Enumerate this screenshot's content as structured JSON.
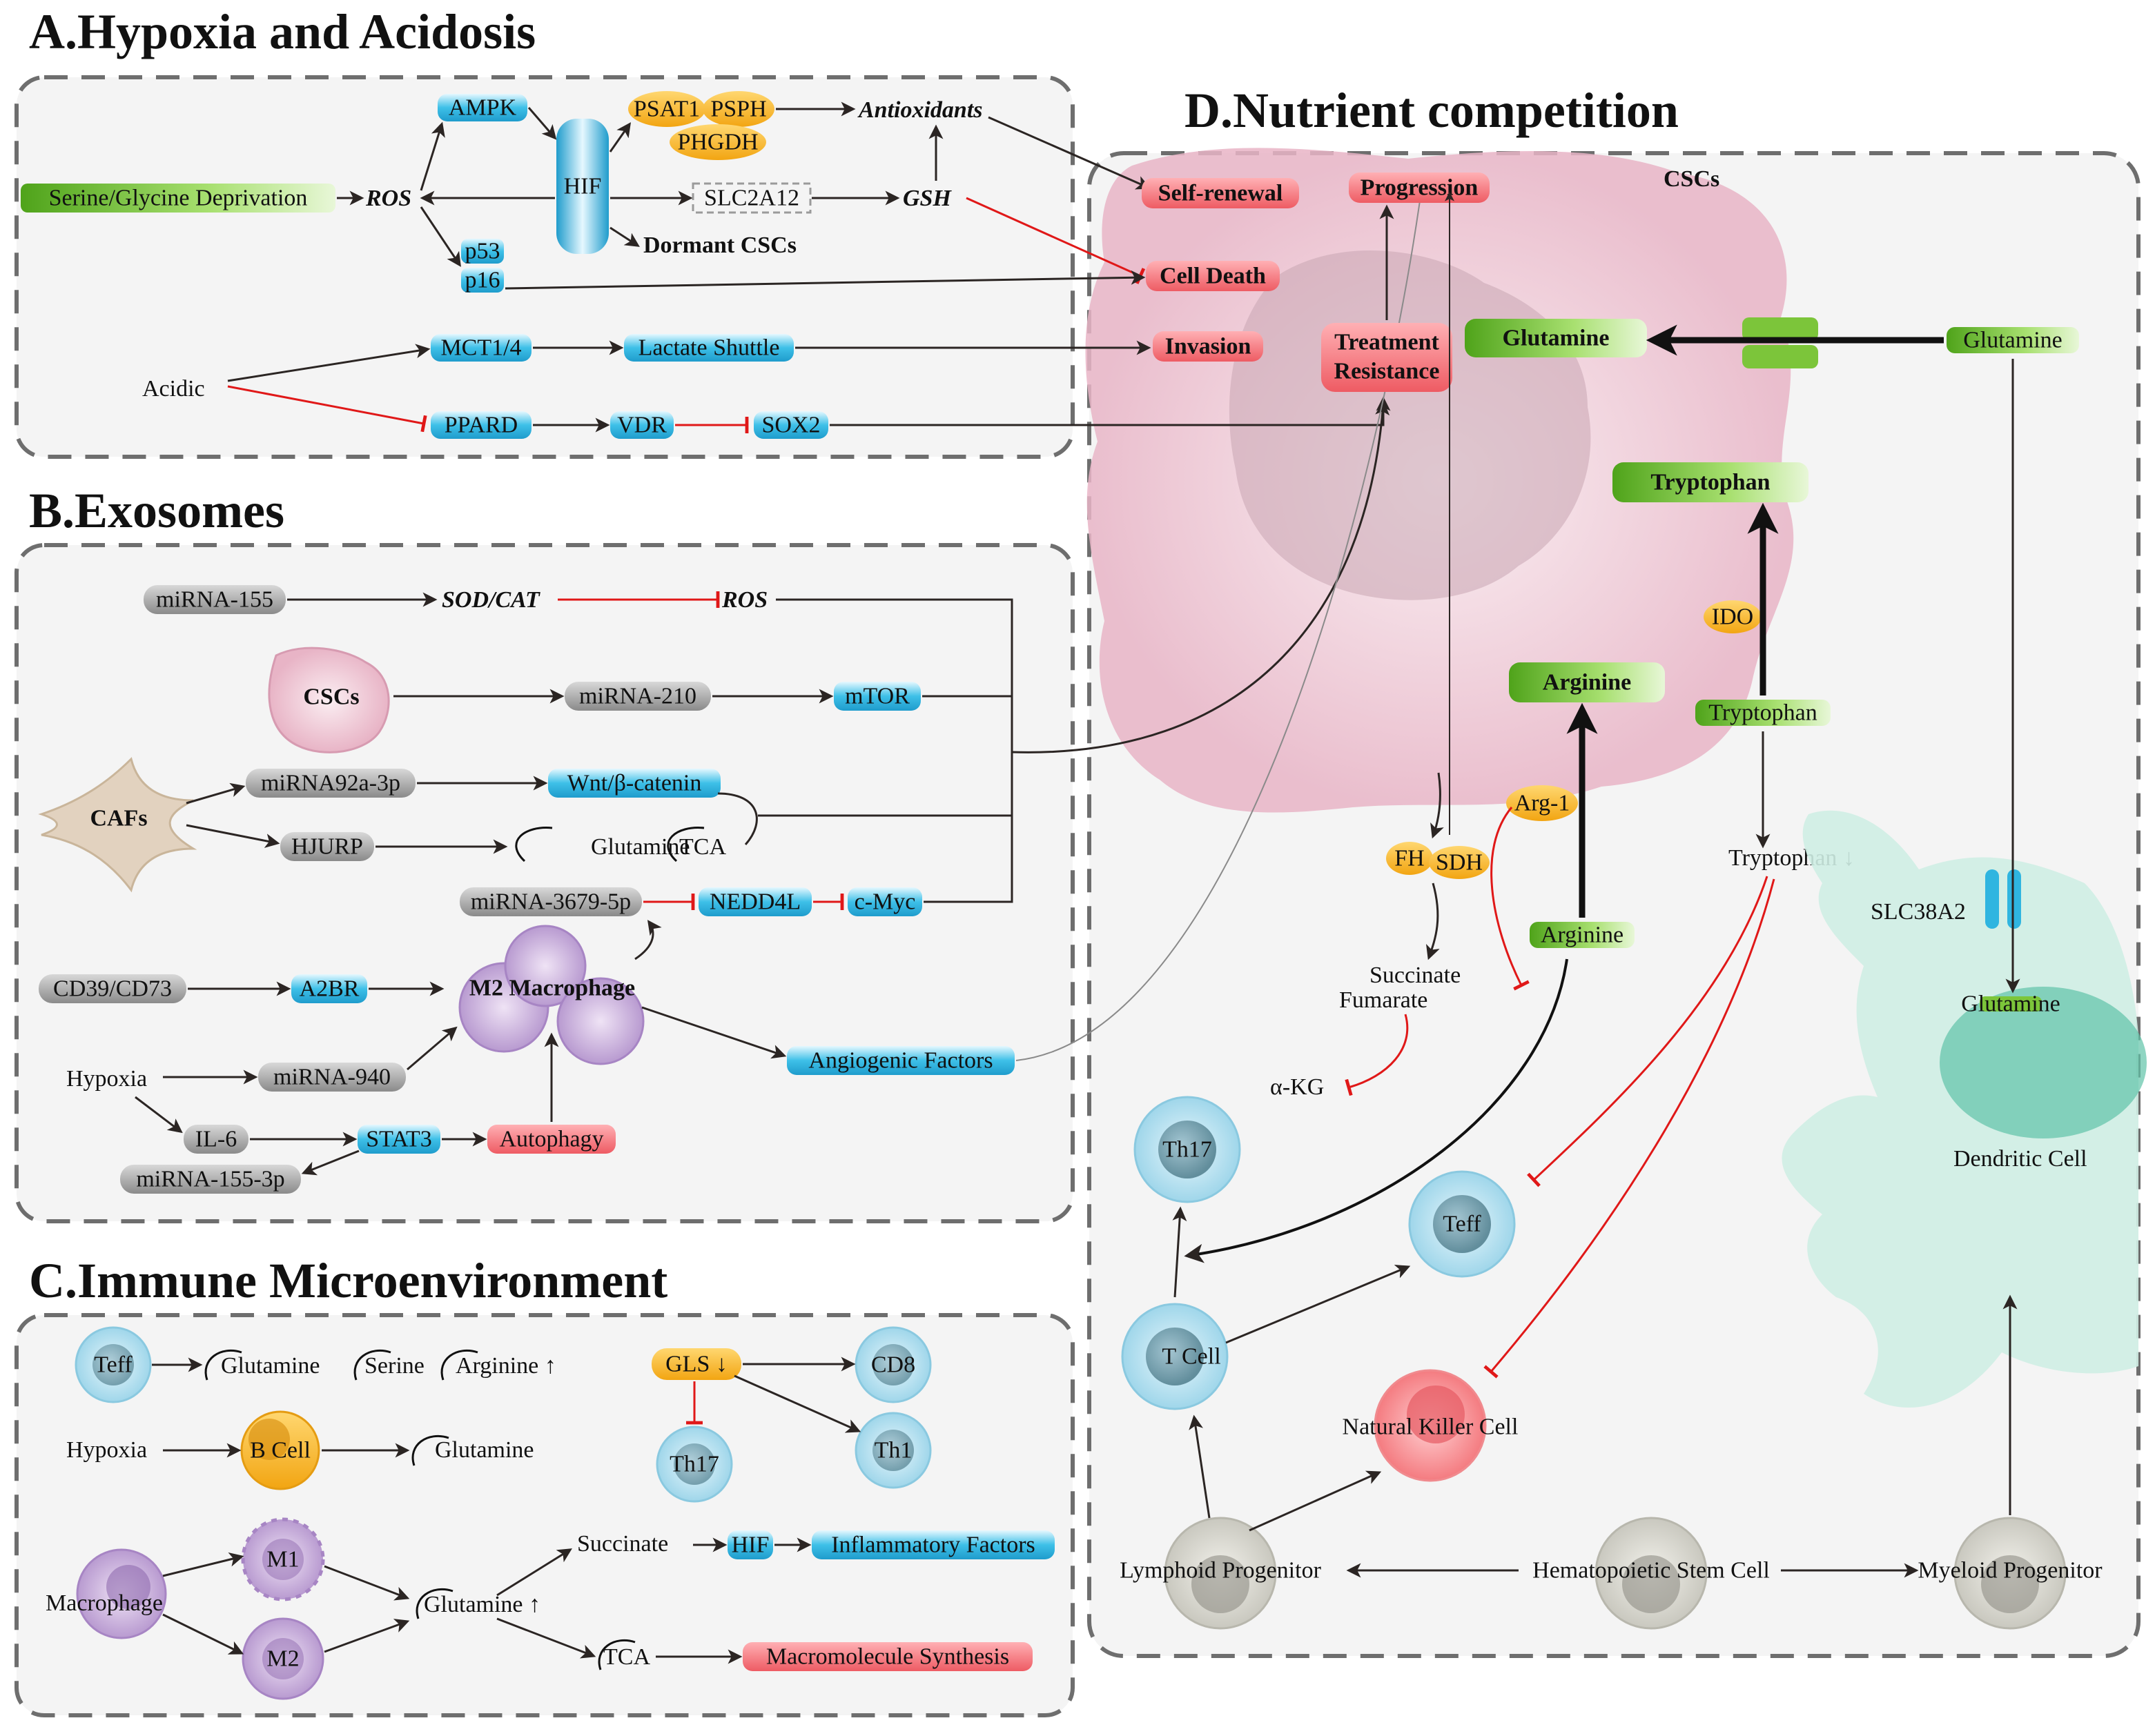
{
  "panels": {
    "a": {
      "title": "A.Hypoxia and Acidosis"
    },
    "b": {
      "title": "B.Exosomes"
    },
    "c": {
      "title": "C.Immune Microenvironment"
    },
    "d": {
      "title": "D.Nutrient competition"
    }
  },
  "panel_a": {
    "serine_glycine": "Serine/Glycine Deprivation",
    "ros": "ROS",
    "ampk": "AMPK",
    "hif": "HIF",
    "psat1": "PSAT1",
    "psph": "PSPH",
    "phgdh": "PHGDH",
    "antioxidants": "Antioxidants",
    "slc2a12": "SLC2A12",
    "gsh": "GSH",
    "dormant": "Dormant CSCs",
    "p53": "p53",
    "p16": "p16",
    "acidic": "Acidic",
    "mct": "MCT1/4",
    "lactate": "Lactate Shuttle",
    "ppard": "PPARD",
    "vdr": "VDR",
    "sox2": "SOX2"
  },
  "panel_b": {
    "mirna155": "miRNA-155",
    "sodcat": "SOD/CAT",
    "ros": "ROS",
    "cscs": "CSCs",
    "mirna210": "miRNA-210",
    "mtor": "mTOR",
    "cafs": "CAFs",
    "mirna92a": "miRNA92a-3p",
    "wnt": "Wnt/β-catenin",
    "hjurp": "HJURP",
    "glutamine": "Glutamine",
    "tca": "TCA",
    "mirna3679": "miRNA-3679-5p",
    "nedd4l": "NEDD4L",
    "cmyc": "c-Myc",
    "cd39": "CD39/CD73",
    "a2br": "A2BR",
    "m2": "M2 Macrophage",
    "angiogenic": "Angiogenic Factors",
    "hypoxia": "Hypoxia",
    "mirna940": "miRNA-940",
    "il6": "IL-6",
    "stat3": "STAT3",
    "autophagy": "Autophagy",
    "mirna155_3p": "miRNA-155-3p"
  },
  "panel_c": {
    "teff": "Teff",
    "glutamine": "Glutamine",
    "serine": "Serine",
    "arginine": "Arginine ↑",
    "gls": "GLS ↓",
    "cd8": "CD8",
    "hypoxia": "Hypoxia",
    "bcell": "B Cell",
    "glutamine2": "Glutamine",
    "th17": "Th17",
    "th1": "Th1",
    "macrophage": "Macrophage",
    "m1": "M1",
    "m2": "M2",
    "glutamine_up": "Glutamine ↑",
    "succinate": "Succinate",
    "hif": "HIF",
    "inflammatory": "Inflammatory Factors",
    "tca": "TCA",
    "macromolecule": "Macromolecule Synthesis"
  },
  "panel_d": {
    "cscs": "CSCs",
    "self_renewal": "Self-renewal",
    "progression": "Progression",
    "cell_death": "Cell Death",
    "invasion": "Invasion",
    "treatment_1": "Treatment",
    "treatment_2": "Resistance",
    "glutamine_big": "Glutamine",
    "glutamine_ext": "Glutamine",
    "tryptophan_big": "Tryptophan",
    "ido": "IDO",
    "tryptophan": "Tryptophan",
    "arginine_big": "Arginine",
    "arg1": "Arg-1",
    "fh": "FH",
    "sdh": "SDH",
    "arginine": "Arginine",
    "succinate": "Succinate",
    "fumarate": "Fumarate",
    "akg": "α-KG",
    "tryptophan_low": "Tryptophan ↓",
    "slc38a2": "SLC38A2",
    "glutamine_dc": "Glutamine",
    "dendritic": "Dendritic Cell",
    "th17": "Th17",
    "teff": "Teff",
    "tcell": "T Cell",
    "nk": "Natural Killer Cell",
    "lymphoid": "Lymphoid Progenitor",
    "hsc": "Hematopoietic Stem Cell",
    "myeloid": "Myeloid Progenitor"
  },
  "colors": {
    "blue_node": "#30b8e0",
    "green_node": "#6ebc2a",
    "orange_node": "#f7b21e",
    "red_node": "#f06068",
    "grey_node": "#8a8a8a",
    "inhibit_line": "#e01818",
    "italic_green": "#1a9a3a",
    "italic_red": "#e01818"
  }
}
